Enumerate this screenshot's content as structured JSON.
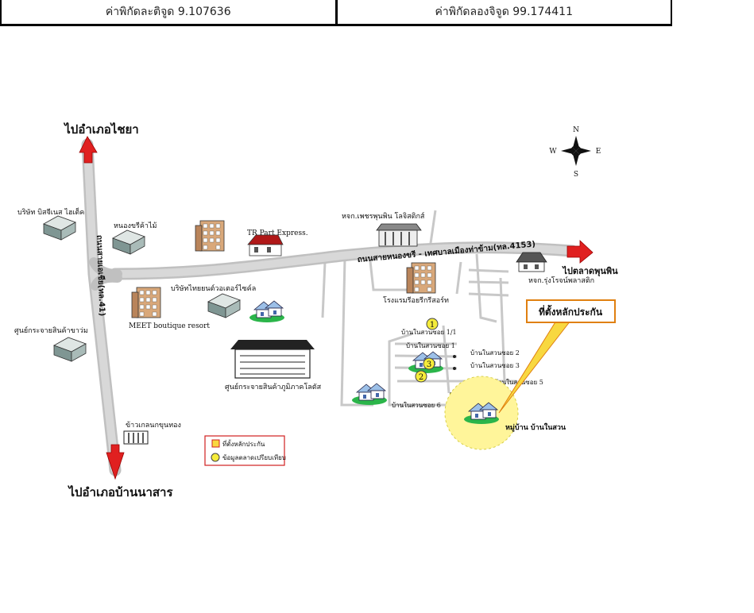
{
  "coords": {
    "latitude": "ค่าพิกัดละติจูด 9.107636",
    "longitude": "ค่าพิกัดลองจิจูด 99.174411"
  },
  "compass": {
    "n": "N",
    "s": "S",
    "e": "E",
    "w": "W"
  },
  "directions": {
    "to_chaiya": "ไปอำเภอไชยา",
    "to_ban_na_san": "ไปอำเภอบ้านนาสาร",
    "to_market": "ไปตลาดพุนพิน"
  },
  "roads": {
    "highway_41": "ถนนสายเอเชีย(ทล.41)",
    "road_4153": "ถนนสายหนองขรี - เทศบาลเมืองท่าข้าม(ทล.4153)"
  },
  "places": {
    "bismillah": "บริษัท บิสจีเนส ไฮเต็ค",
    "nong_wood": "หนองขรีค้าไม้",
    "tr_part": "TR Part Express.",
    "phet": "หจก.เพชรพุนพิน โลจิสติกส์",
    "thai_motor": "บริษัทไทยยนต์วอเตอร์ไซค์ล",
    "meet": "MEET boutique resort",
    "wholesale": "ศูนย์กระจายสินค้าขาว่ม",
    "logistics": "ศูนย์กระจายสินค้าภูมิภาคโลตัส",
    "hotel": "โรงแรมรีอยรีกรีสอร์ท",
    "plastic": "หจก.รุ่งโรจน์พลาสติก",
    "rice": "ข้าวเกลนกขุนทอง",
    "village": "หมู่บ้าน บ้านในสวน"
  },
  "lanes": {
    "lane_11": "บ้านในสวนซอย 1/1",
    "lane_1": "บ้านในสวนซอย 1",
    "lane_2": "บ้านในสวนซอย 2",
    "lane_3": "บ้านในสวนซอย 3",
    "lane_5": "บ้านในสวนซอย 5",
    "lane_6": "บ้านในสวนซอย 6"
  },
  "markers": {
    "m1": "1",
    "m2": "2",
    "m3": "3"
  },
  "callout": "ที่ตั้งหลักประกัน",
  "legend": {
    "collateral": "ที่ตั้งหลักประกัน",
    "comparison": "ข้อมูลตลาดเปรียบเทียบ"
  },
  "colors": {
    "road": "#c8c8c8",
    "arrow": "#e02020",
    "highlight": "#fff59a",
    "marker": "#f5ec3a",
    "callout_border": "#e08010"
  }
}
